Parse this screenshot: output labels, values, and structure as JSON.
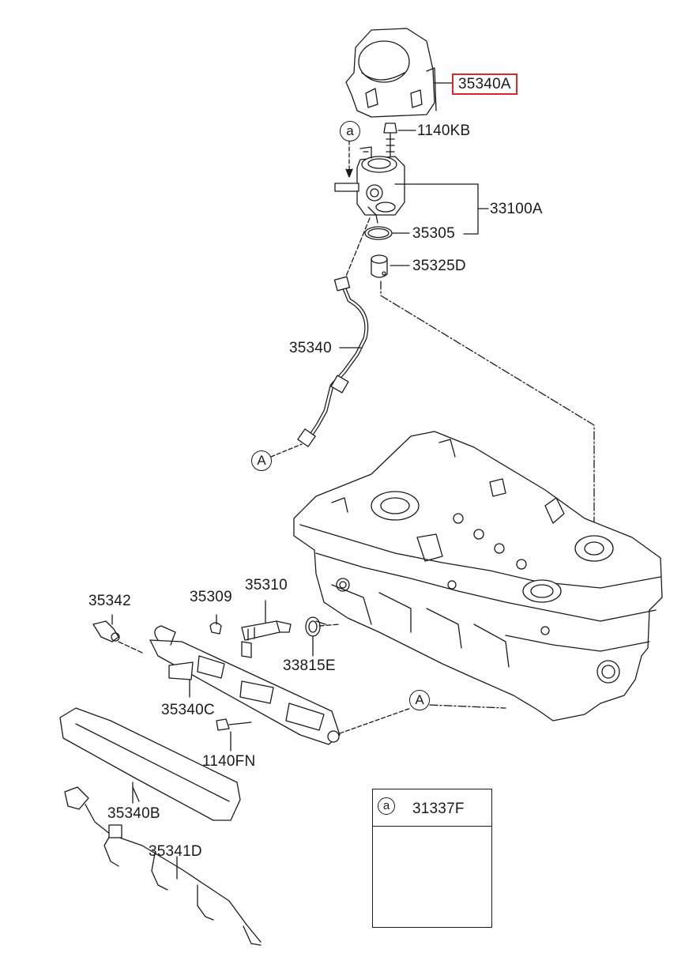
{
  "diagram": {
    "parts": [
      {
        "id": "p1",
        "code": "35340A",
        "highlighted": true
      },
      {
        "id": "p2",
        "code": "1140KB"
      },
      {
        "id": "p3",
        "code": "33100A"
      },
      {
        "id": "p4",
        "code": "35305"
      },
      {
        "id": "p5",
        "code": "35325D"
      },
      {
        "id": "p6",
        "code": "35340"
      },
      {
        "id": "p7",
        "code": "35342"
      },
      {
        "id": "p8",
        "code": "35309"
      },
      {
        "id": "p9",
        "code": "35310"
      },
      {
        "id": "p10",
        "code": "33815E"
      },
      {
        "id": "p11",
        "code": "35340C"
      },
      {
        "id": "p12",
        "code": "1140FN"
      },
      {
        "id": "p13",
        "code": "35340B"
      },
      {
        "id": "p14",
        "code": "35341D"
      }
    ],
    "refs": {
      "a_upper": "a",
      "A_left": "A",
      "A_right": "A"
    },
    "legend": {
      "ref": "a",
      "code": "31337F"
    },
    "colors": {
      "highlight": "#e0242b",
      "line": "#1a1a1a"
    }
  }
}
